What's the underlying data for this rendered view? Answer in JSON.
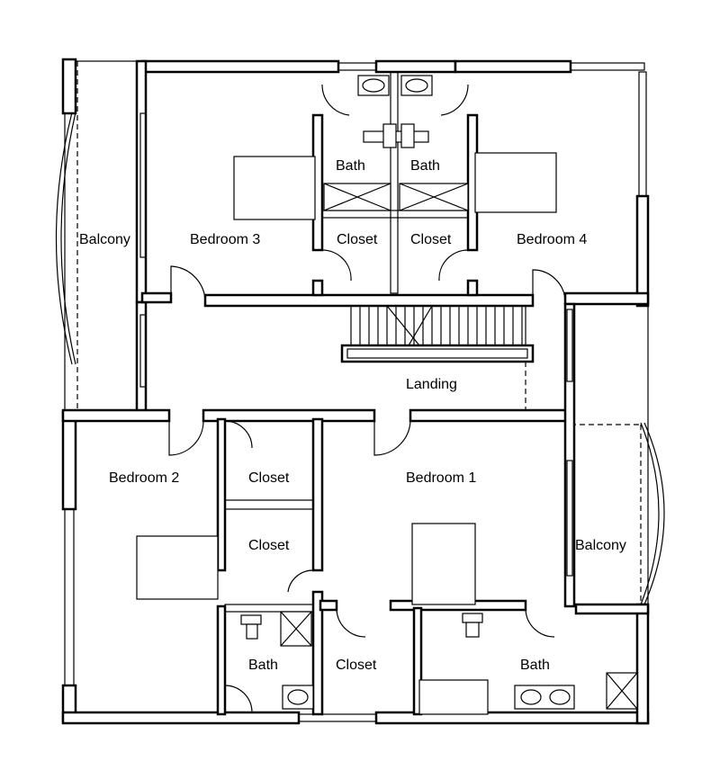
{
  "plan": {
    "rooms": {
      "bedroom_1": "Bedroom 1",
      "bedroom_2": "Bedroom 2",
      "bedroom_3": "Bedroom 3",
      "bedroom_4": "Bedroom 4",
      "bath_top_left": "Bath",
      "bath_top_right": "Bath",
      "bath_left": "Bath",
      "bath_bottom": "Bath",
      "closet_top_left": "Closet",
      "closet_top_right": "Closet",
      "closet_bedroom2_upper": "Closet",
      "closet_bedroom2_lower": "Closet",
      "closet_bedroom1": "Closet",
      "balcony_left": "Balcony",
      "balcony_right": "Balcony",
      "landing": "Landing"
    }
  }
}
